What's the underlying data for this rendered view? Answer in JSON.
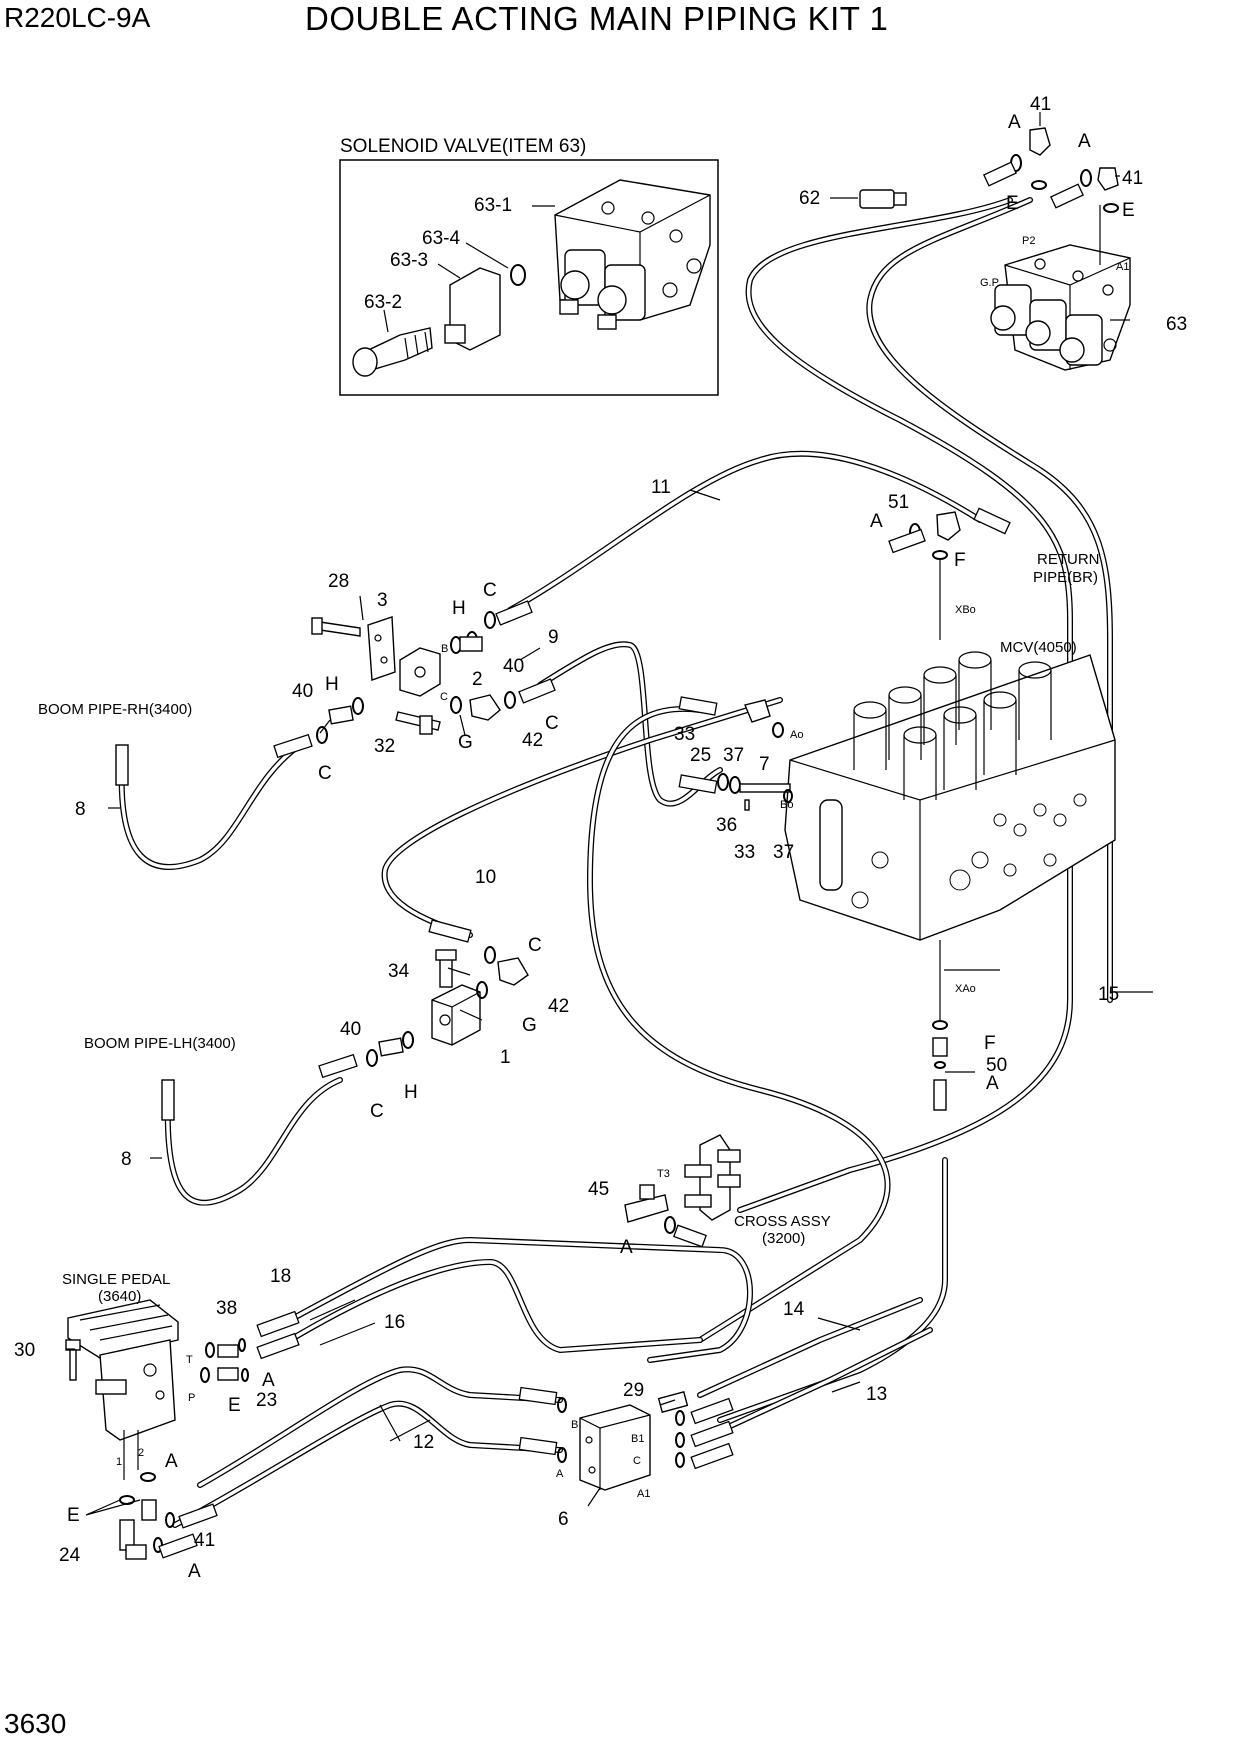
{
  "header": {
    "model": "R220LC-9A",
    "title": "DOUBLE ACTING MAIN PIPING KIT 1"
  },
  "footer": {
    "page_number": "3630"
  },
  "inset": {
    "title": "SOLENOID VALVE(ITEM 63)"
  },
  "assemblies": {
    "return_pipe_1": "RETURN",
    "return_pipe_2": "PIPE(BR)",
    "mcv": "MCV(4050)",
    "boom_pipe_rh": "BOOM PIPE-RH(3400)",
    "boom_pipe_lh": "BOOM PIPE-LH(3400)",
    "cross_assy_1": "CROSS ASSY",
    "cross_assy_2": "(3200)",
    "single_pedal_1": "SINGLE PEDAL",
    "single_pedal_2": "(3640)"
  },
  "port_labels": {
    "p2": "P2",
    "gp": "G.P",
    "a1_valve": "A1",
    "xbo": "XBo",
    "xao": "XAo",
    "ao": "Ao",
    "bo": "Bo",
    "block_b": "B",
    "block_c": "C",
    "cross_t3": "T3",
    "pedal_t": "T",
    "pedal_p": "P",
    "pedal_1": "1",
    "pedal_2": "2",
    "blk6_b": "B",
    "blk6_b1": "B1",
    "blk6_c": "C",
    "blk6_a": "A",
    "blk6_a1": "A1"
  },
  "callouts": {
    "c63_1": "63-1",
    "c63_2": "63-2",
    "c63_3": "63-3",
    "c63_4": "63-4",
    "c41a": "41",
    "c41b": "41",
    "c41c": "41",
    "c62": "62",
    "c63": "63",
    "cAa": "A",
    "cAb": "A",
    "cEa": "E",
    "cEb": "E",
    "c11": "11",
    "c51": "51",
    "cAc": "A",
    "cFa": "F",
    "c28": "28",
    "c3": "3",
    "cHa": "H",
    "cCa": "C",
    "cBlkB": "B",
    "c40a": "40",
    "c2": "2",
    "c40b": "40",
    "cHb": "H",
    "cBlkC": "C",
    "c32": "32",
    "cGa": "G",
    "c42a": "42",
    "cCb": "C",
    "cCc": "C",
    "c9": "9",
    "c8a": "8",
    "c33a": "33",
    "c25": "25",
    "c37a": "37",
    "c7": "7",
    "c36": "36",
    "c33b": "33",
    "c37b": "37",
    "c10": "10",
    "cCd": "C",
    "c34": "34",
    "c42b": "42",
    "cGb": "G",
    "c40c": "40",
    "c1": "1",
    "cHc": "H",
    "cCe": "C",
    "c8b": "8",
    "c15": "15",
    "cFb": "F",
    "c50": "50",
    "cAd": "A",
    "c45": "45",
    "cAe": "A",
    "c18": "18",
    "c16": "16",
    "c38": "38",
    "cAf": "A",
    "cEc": "E",
    "c23": "23",
    "c30": "30",
    "c14": "14",
    "c13": "13",
    "c29": "29",
    "c12": "12",
    "c6": "6",
    "cAg": "A",
    "cEd": "E",
    "c24": "24",
    "cAh": "A"
  }
}
